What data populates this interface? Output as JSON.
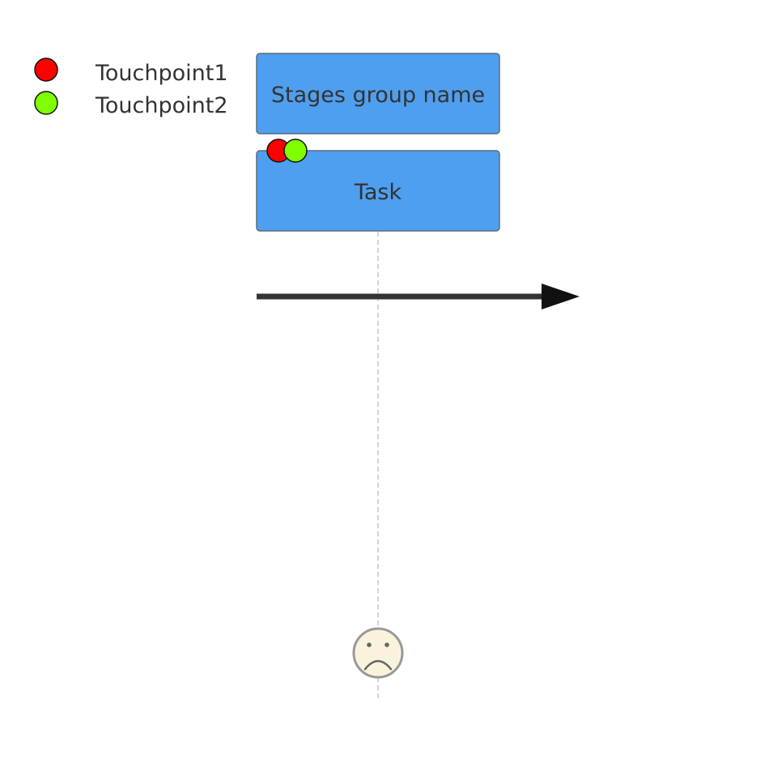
{
  "legend": {
    "items": [
      {
        "label": "Touchpoint1",
        "color": "#ff0000"
      },
      {
        "label": "Touchpoint2",
        "color": "#7fff00"
      }
    ]
  },
  "section": {
    "label": "Stages group name",
    "color": "#4f9ff0"
  },
  "task": {
    "label": "Task",
    "color": "#4f9ff0",
    "touchpoints": [
      "Touchpoint1",
      "Touchpoint2"
    ],
    "mood": "sad-face-icon"
  },
  "colors": {
    "arrow": "#333333",
    "guide_line": "#c8c8c8",
    "face_fill": "#faf3dc",
    "face_stroke": "#999999"
  }
}
